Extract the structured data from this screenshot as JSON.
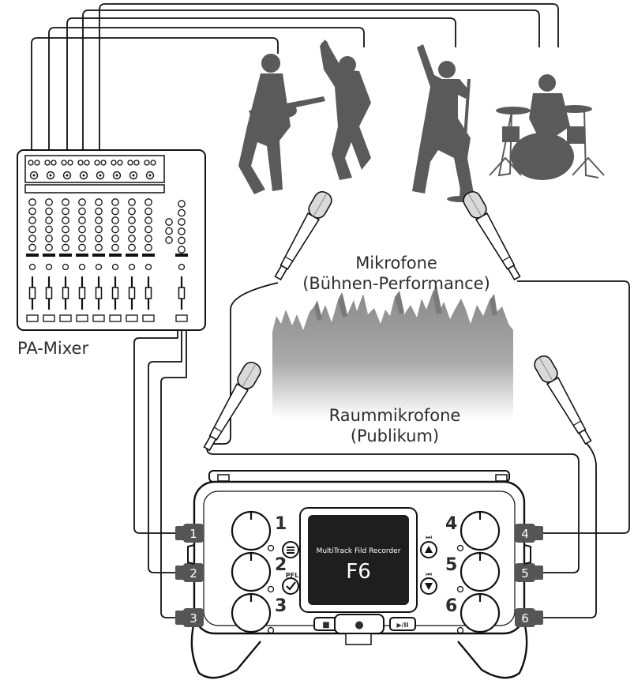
{
  "labels": {
    "pa_mixer": "PA-Mixer",
    "stage_mics_line1": "Mikrofone",
    "stage_mics_line2": "(Bühnen-Performance)",
    "room_mics_line1": "Raummikrofone",
    "room_mics_line2": "(Publikum)"
  },
  "recorder": {
    "screen_subtitle": "MultiTrack Fild Recorder",
    "screen_model": "F6",
    "pfl_label": "PFL",
    "knob_numbers": [
      "1",
      "2",
      "3",
      "4",
      "5",
      "6"
    ],
    "input_numbers": [
      "1",
      "2",
      "3",
      "4",
      "5",
      "6"
    ],
    "stop_symbol": "■",
    "record_symbol": "●",
    "play_symbol": "▶/II",
    "next_symbol": "⏭",
    "prev_symbol": "⏮"
  },
  "colors": {
    "silhouette": "#5a5a5a",
    "line": "#111111",
    "screen_bg": "#1e1e1e",
    "jack_fill": "#555555"
  },
  "icons": {
    "menu": "menu-icon",
    "pfl": "check-icon",
    "up": "triangle-up-icon",
    "down": "triangle-down-icon"
  }
}
